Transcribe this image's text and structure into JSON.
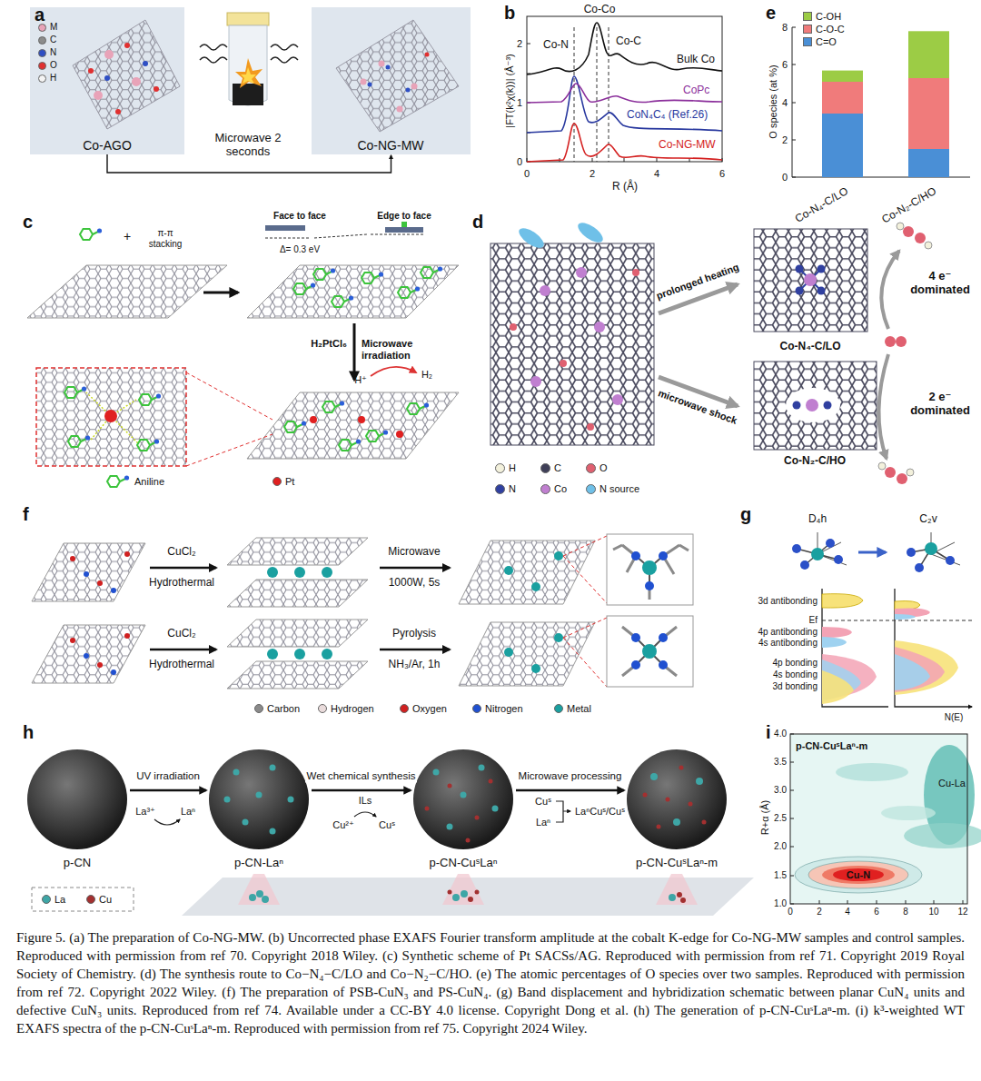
{
  "diagram": {
    "caption": "Figure 5. (a) The preparation of Co-NG-MW. (b) Uncorrected phase EXAFS Fourier transform amplitude at the cobalt K-edge for Co-NG-MW samples and control samples. Reproduced with permission from ref 70. Copyright 2018 Wiley. (c) Synthetic scheme of Pt SACSs/AG. Reproduced with permission from ref 71. Copyright 2019 Royal Society of Chemistry. (d) The synthesis route to Co−N₄−C/LO and Co−N₂−C/HO. (e) The atomic percentages of O species over two samples. Reproduced with permission from ref 72. Copyright 2022 Wiley. (f) The preparation of PSB-CuN₃ and PS-CuN₄. (g) Band displacement and hybridization schematic between planar CuN₄ units and defective CuN₃ units. Reproduced from ref 74. Available under a CC-BY 4.0 license. Copyright Dong et al. (h) The generation of p-CN-CuˢLaⁿ-m. (i) k³-weighted WT EXAFS spectra of the p-CN-CuˢLaⁿ-m. Reproduced with permission from ref 75. Copyright 2024 Wiley.",
    "nodes": [
      {
        "text": [
          "Co-AGO"
        ]
      },
      {
        "text": [
          "Microwave 2 seconds"
        ]
      },
      {
        "text": [
          "Co-NG-MW"
        ]
      },
      {
        "text": [
          "p-CN"
        ]
      },
      {
        "text": [
          "p-CN-Laⁿ"
        ]
      },
      {
        "text": [
          "p-CN-CuˢLaⁿ"
        ]
      },
      {
        "text": [
          "p-CN-CuˢLaⁿ-m"
        ]
      }
    ],
    "edges": [
      {
        "from": 0,
        "to": 2,
        "arrow": "to"
      },
      {
        "from": 3,
        "to": 4,
        "label": "UV irradiation",
        "arrow": "to"
      },
      {
        "from": 4,
        "to": 5,
        "label": "Wet chemical synthesis",
        "arrow": "to"
      },
      {
        "from": 5,
        "to": 6,
        "label": "Microwave processing",
        "arrow": "to"
      }
    ],
    "labels": [
      "a",
      "b",
      "e",
      "|FT(k²χ(k))| (Å⁻³)",
      "0",
      "1",
      "2",
      "0",
      "2",
      "4",
      "6",
      "R (Å)",
      "Co-N",
      "Co-Co",
      "Co-C",
      "Bulk Co",
      "CoPc",
      "CoN₄C₄ (Ref.26)",
      "Co-NG-MW",
      "O species (at %)",
      "0",
      "2",
      "4",
      "6",
      "8",
      "Co-N₄-C/LO",
      "Co-N₂-C/HO",
      "c",
      "+",
      "π-π stacking",
      "Face to face",
      "Edge to face",
      "Δ= 0.3 eV",
      "H₂PtCl₆",
      "Microwave irradiation",
      "H⁺",
      "H₂",
      "d",
      "prolonged heating",
      "microwave shock",
      "Co-N₄-C/LO",
      "Co-N₂-C/HO",
      "4 e⁻ dominated",
      "2 e⁻ dominated",
      "f",
      "CuCl₂",
      "Hydrothermal",
      "Microwave",
      "1000W, 5s",
      "CuCl₂",
      "Hydrothermal",
      "Pyrolysis",
      "NH₃/Ar, 1h",
      "g",
      "D₄h",
      "C₂v",
      "3d antibonding",
      "Ef",
      "4p antibonding",
      "4s antibonding",
      "4p bonding",
      "4s bonding",
      "3d bonding",
      "N(E)",
      "h",
      "La³⁺",
      "Laⁿ",
      "ILs",
      "Cu²⁺",
      "Cuˢ",
      "Cuˢ",
      "Laⁿ",
      "LaⁿCuˢ/Cuˢ",
      "i",
      "p-CN-CuˢLaⁿ-m",
      "Cu-La",
      "Cu-N",
      "R+α (Å)",
      "4.0",
      "3.5",
      "3.0",
      "2.5",
      "2.0",
      "1.5",
      "1.0",
      "0",
      "2",
      "4",
      "6",
      "8",
      "10",
      "12"
    ],
    "legend": [
      {
        "text": "M",
        "color": "#e8a3b8"
      },
      {
        "text": "C",
        "color": "#8c8c8c"
      },
      {
        "text": "N",
        "color": "#2f4fc4"
      },
      {
        "text": "O",
        "color": "#e03030"
      },
      {
        "text": "H",
        "color": "#f4f4f4"
      },
      {
        "text": "C-OH",
        "color": "#9ccc45"
      },
      {
        "text": "C-O-C",
        "color": "#f07b7b"
      },
      {
        "text": "C=O",
        "color": "#4a8fd6"
      },
      {
        "text": "Aniline"
      },
      {
        "text": "Pt",
        "color": "#e02020"
      },
      {
        "text": "H",
        "color": "#f3f1dc"
      },
      {
        "text": "C",
        "color": "#3f3f58"
      },
      {
        "text": "O",
        "color": "#e06070"
      },
      {
        "text": "N",
        "color": "#3040a0"
      },
      {
        "text": "Co",
        "color": "#c07fd0"
      },
      {
        "text": "N source",
        "color": "#6fc0e8"
      },
      {
        "text": "Carbon",
        "color": "#8a8a8a"
      },
      {
        "text": "Hydrogen",
        "color": "#eadcdc"
      },
      {
        "text": "Oxygen",
        "color": "#d02020"
      },
      {
        "text": "Nitrogen",
        "color": "#2050d0"
      },
      {
        "text": "Metal",
        "color": "#1aa0a0"
      },
      {
        "text": "La",
        "color": "#3ea6a6"
      },
      {
        "text": "Cu",
        "color": "#a33030"
      }
    ]
  }
}
